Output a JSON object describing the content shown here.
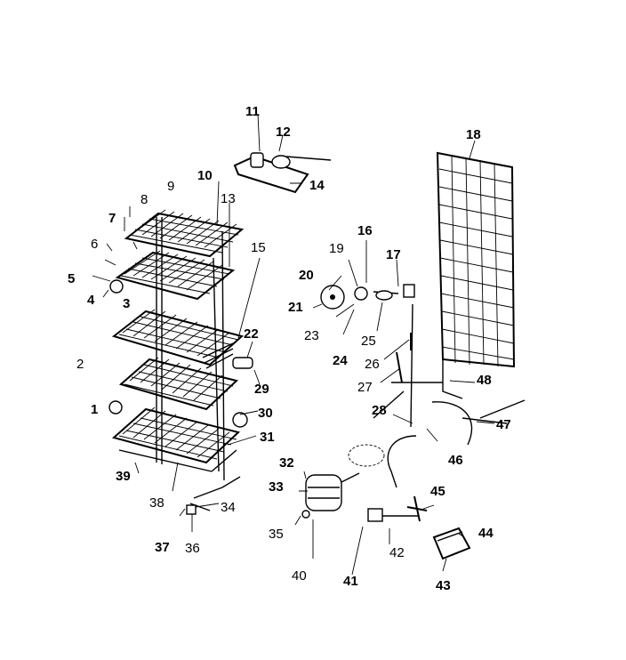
{
  "callouts": [
    {
      "id": "1",
      "bold": true
    },
    {
      "id": "2",
      "bold": false
    },
    {
      "id": "3",
      "bold": true
    },
    {
      "id": "4",
      "bold": true
    },
    {
      "id": "5",
      "bold": true
    },
    {
      "id": "6",
      "bold": false
    },
    {
      "id": "7",
      "bold": true
    },
    {
      "id": "8",
      "bold": false
    },
    {
      "id": "9",
      "bold": false
    },
    {
      "id": "10",
      "bold": true
    },
    {
      "id": "11",
      "bold": true
    },
    {
      "id": "12",
      "bold": true
    },
    {
      "id": "13",
      "bold": false
    },
    {
      "id": "14",
      "bold": true
    },
    {
      "id": "15",
      "bold": false
    },
    {
      "id": "16",
      "bold": true
    },
    {
      "id": "17",
      "bold": true
    },
    {
      "id": "18",
      "bold": true
    },
    {
      "id": "19",
      "bold": false
    },
    {
      "id": "20",
      "bold": true
    },
    {
      "id": "21",
      "bold": true
    },
    {
      "id": "22",
      "bold": true
    },
    {
      "id": "23",
      "bold": false
    },
    {
      "id": "24",
      "bold": true
    },
    {
      "id": "25",
      "bold": false
    },
    {
      "id": "26",
      "bold": false
    },
    {
      "id": "27",
      "bold": false
    },
    {
      "id": "28",
      "bold": true
    },
    {
      "id": "29",
      "bold": true
    },
    {
      "id": "30",
      "bold": true
    },
    {
      "id": "31",
      "bold": true
    },
    {
      "id": "32",
      "bold": true
    },
    {
      "id": "33",
      "bold": true
    },
    {
      "id": "34",
      "bold": false
    },
    {
      "id": "35",
      "bold": false
    },
    {
      "id": "36",
      "bold": false
    },
    {
      "id": "37",
      "bold": true
    },
    {
      "id": "38",
      "bold": false
    },
    {
      "id": "39",
      "bold": true
    },
    {
      "id": "40",
      "bold": false
    },
    {
      "id": "41",
      "bold": true
    },
    {
      "id": "42",
      "bold": false
    },
    {
      "id": "43",
      "bold": true
    },
    {
      "id": "44",
      "bold": true
    },
    {
      "id": "45",
      "bold": true
    },
    {
      "id": "46",
      "bold": true
    },
    {
      "id": "47",
      "bold": true
    },
    {
      "id": "48",
      "bold": true
    }
  ]
}
